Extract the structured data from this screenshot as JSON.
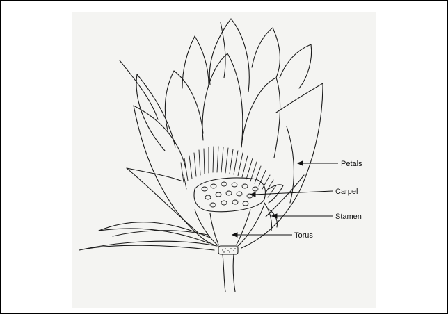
{
  "diagram": {
    "labels": {
      "petals": "Petals",
      "carpel": "Carpel",
      "stamen": "Stamen",
      "torus": "Torus"
    }
  },
  "colors": {
    "ink": "#111111",
    "paper": "#f4f4f2",
    "border": "#000000"
  }
}
